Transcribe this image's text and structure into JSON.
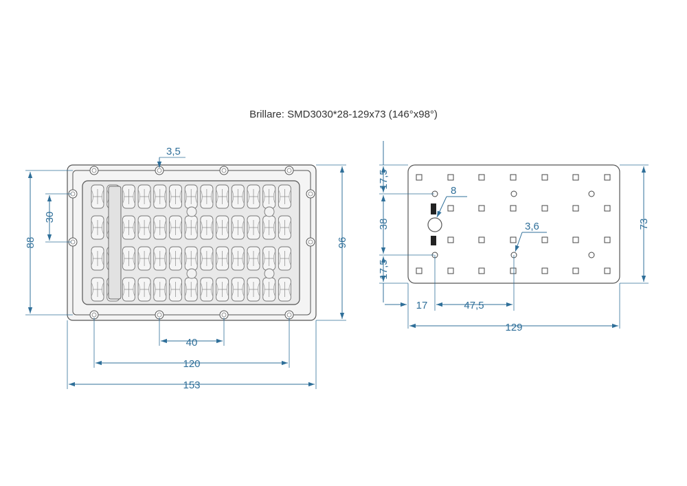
{
  "title": "Brillare: SMD3030*28-129x73 (146°x98°)",
  "colors": {
    "dimension": "#2f6f99",
    "outline": "#555555",
    "title": "#333333"
  },
  "left_view": {
    "dims": {
      "hole_diameter": "3,5",
      "height_inner": "88",
      "hole_pitch_vertical": "30",
      "height_outer": "96",
      "hole_pitch_horizontal": "40",
      "hole_span": "120",
      "width_outer": "153"
    }
  },
  "right_view": {
    "dims": {
      "top_offset": "17,5",
      "mid_spacing": "38",
      "bottom_offset": "17,5",
      "height": "73",
      "center_hole": "8",
      "mount_hole": "3,6",
      "left_offset": "17",
      "hole_spacing": "47,5",
      "width": "129"
    }
  }
}
